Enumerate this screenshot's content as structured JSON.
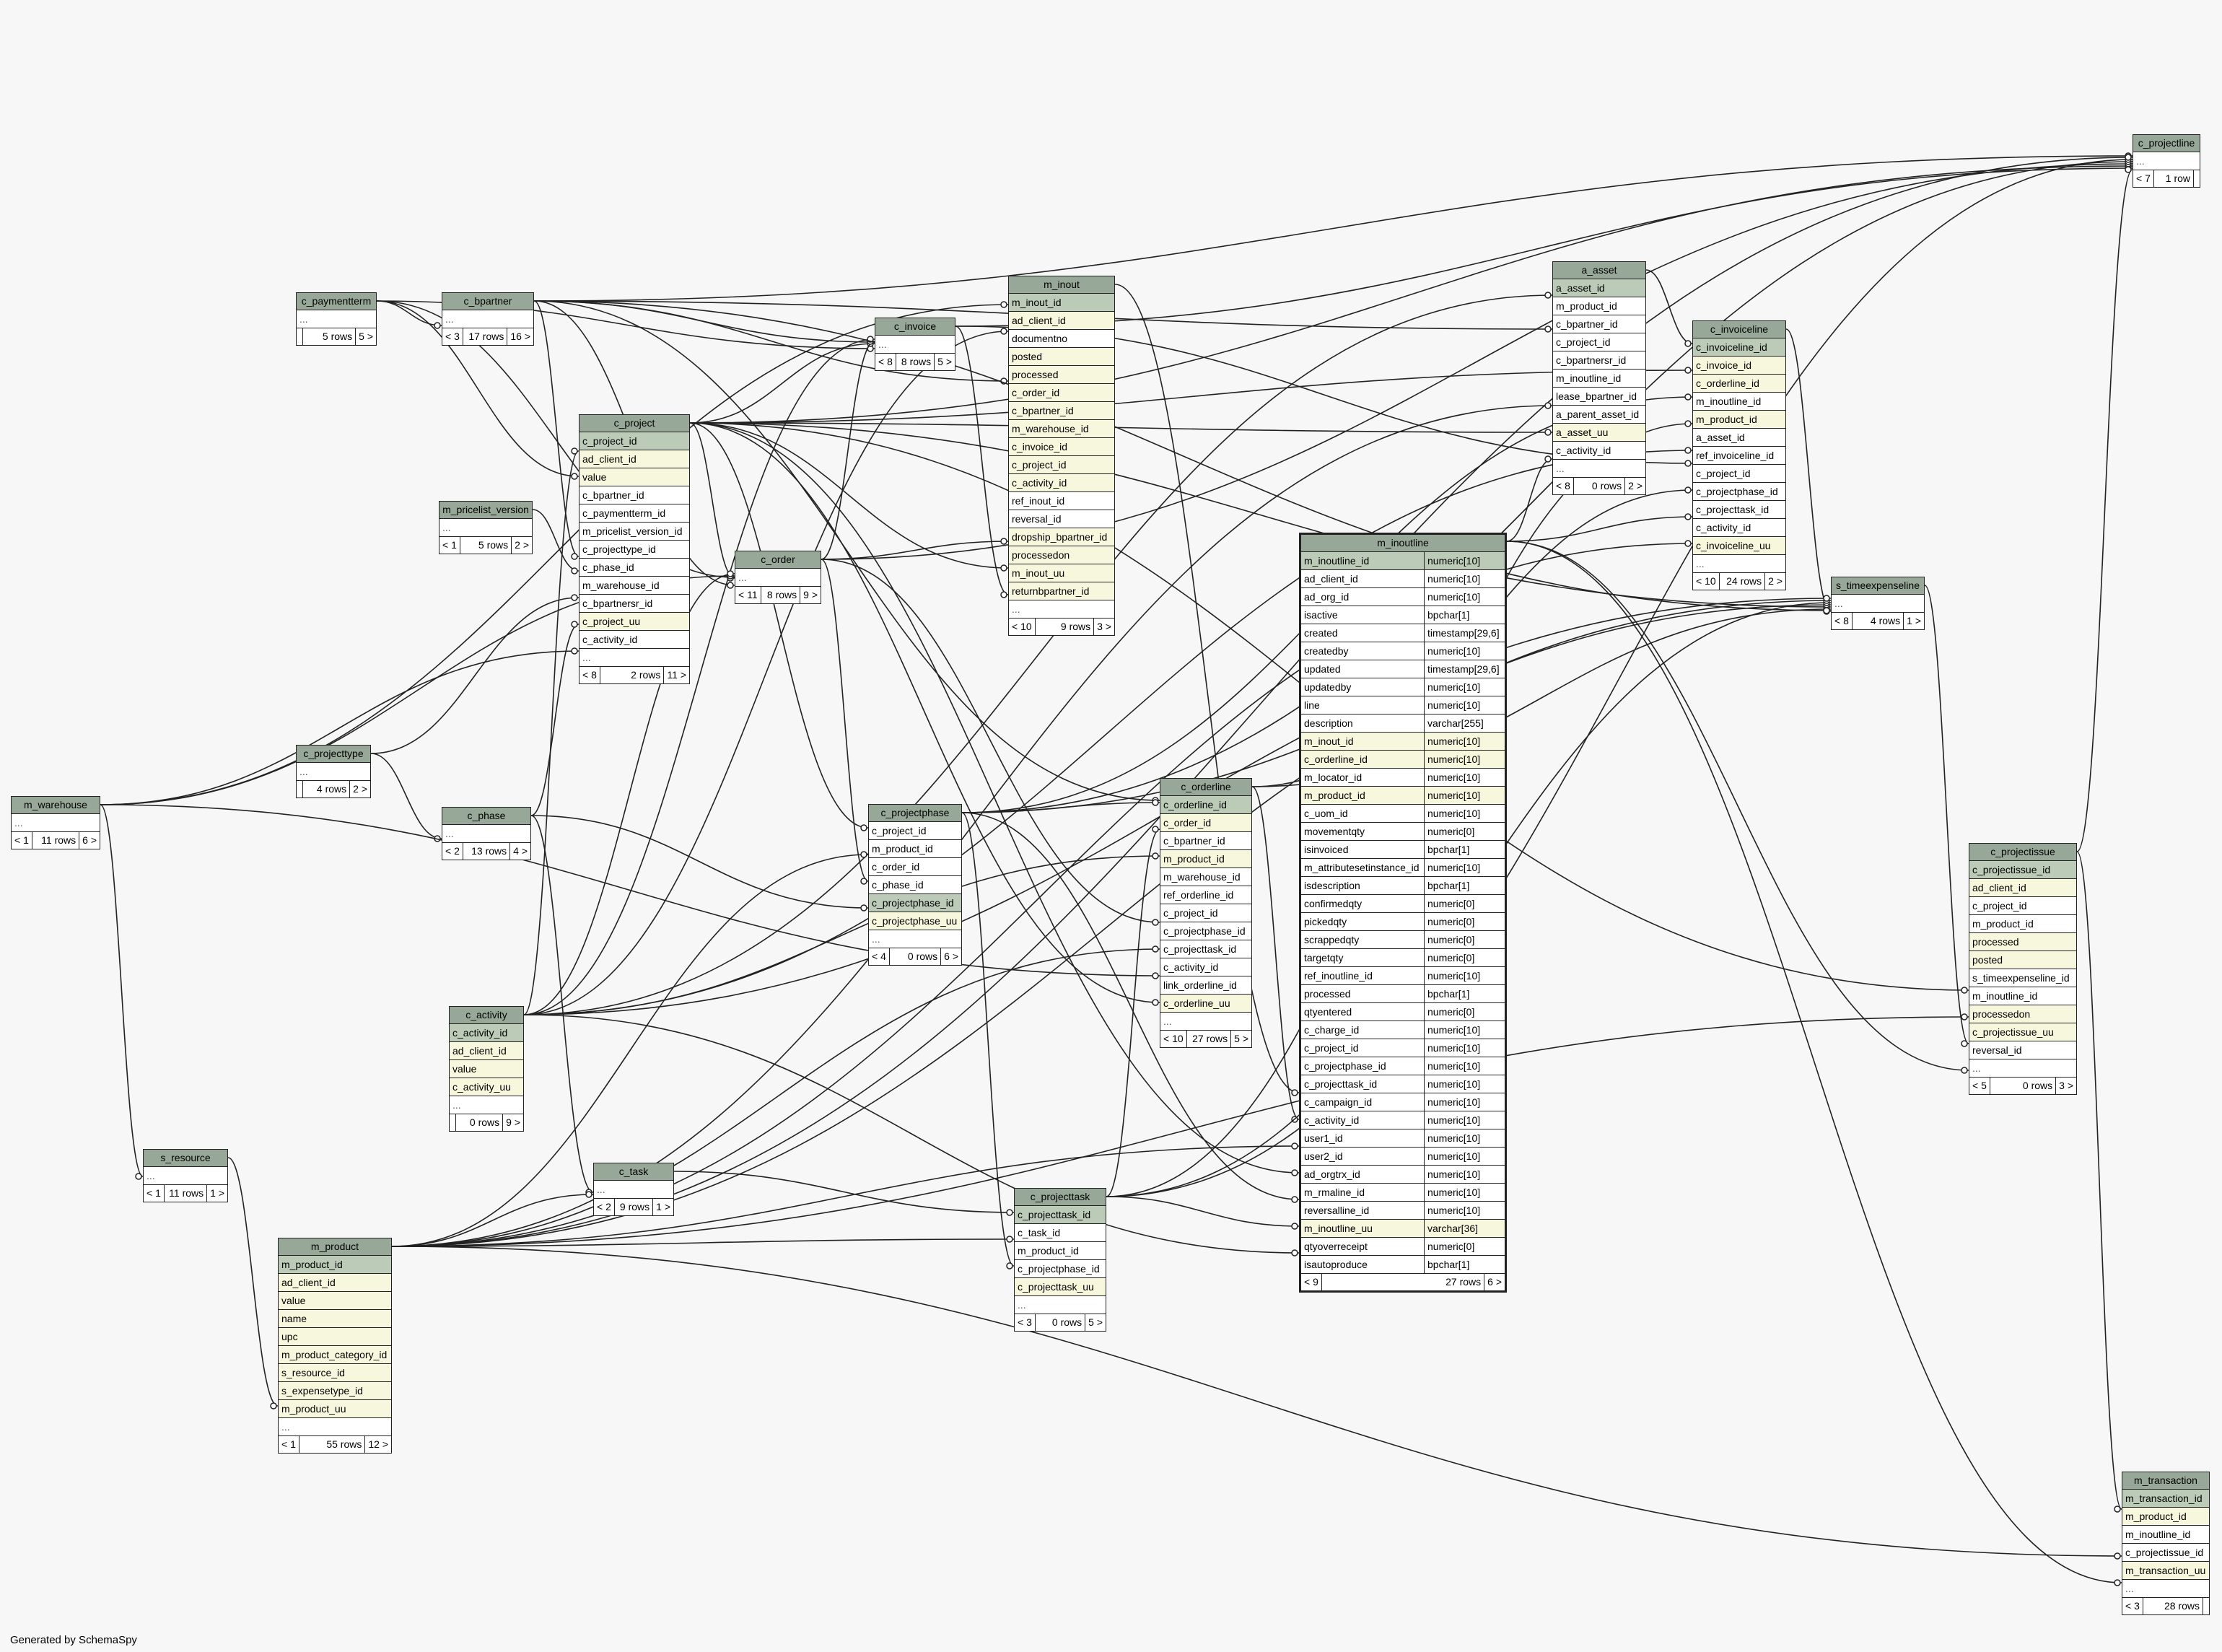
{
  "generator": "Generated by SchemaSpy",
  "tables": {
    "c_projectline": {
      "name": "c_projectline",
      "rows": [
        "..."
      ],
      "footer": [
        "< 7",
        "1 row",
        ""
      ]
    },
    "c_paymentterm": {
      "name": "c_paymentterm",
      "rows": [
        "..."
      ],
      "footer": [
        "",
        "5 rows",
        "5 >"
      ]
    },
    "c_bpartner": {
      "name": "c_bpartner",
      "rows": [
        "..."
      ],
      "footer": [
        "< 3",
        "17 rows",
        "16 >"
      ]
    },
    "c_invoice": {
      "name": "c_invoice",
      "rows": [
        "..."
      ],
      "footer": [
        "< 8",
        "8 rows",
        "5 >"
      ]
    },
    "m_inout": {
      "name": "m_inout",
      "rows": [
        "m_inout_id",
        "ad_client_id",
        "documentno",
        "posted",
        "processed",
        "c_order_id",
        "c_bpartner_id",
        "m_warehouse_id",
        "c_invoice_id",
        "c_project_id",
        "c_activity_id",
        "ref_inout_id",
        "reversal_id",
        "dropship_bpartner_id",
        "processedon",
        "m_inout_uu",
        "returnbpartner_id",
        "..."
      ],
      "footer": [
        "< 10",
        "9 rows",
        "3 >"
      ]
    },
    "a_asset": {
      "name": "a_asset",
      "rows": [
        "a_asset_id",
        "m_product_id",
        "c_bpartner_id",
        "c_project_id",
        "c_bpartnersr_id",
        "m_inoutline_id",
        "lease_bpartner_id",
        "a_parent_asset_id",
        "a_asset_uu",
        "c_activity_id",
        "..."
      ],
      "footer": [
        "< 8",
        "0 rows",
        "2 >"
      ]
    },
    "c_invoiceline": {
      "name": "c_invoiceline",
      "rows": [
        "c_invoiceline_id",
        "c_invoice_id",
        "c_orderline_id",
        "m_inoutline_id",
        "m_product_id",
        "a_asset_id",
        "ref_invoiceline_id",
        "c_project_id",
        "c_projectphase_id",
        "c_projecttask_id",
        "c_activity_id",
        "c_invoiceline_uu",
        "..."
      ],
      "footer": [
        "< 10",
        "24 rows",
        "2 >"
      ]
    },
    "c_project": {
      "name": "c_project",
      "rows": [
        "c_project_id",
        "ad_client_id",
        "value",
        "c_bpartner_id",
        "c_paymentterm_id",
        "m_pricelist_version_id",
        "c_projecttype_id",
        "c_phase_id",
        "m_warehouse_id",
        "c_bpartnersr_id",
        "c_project_uu",
        "c_activity_id",
        "..."
      ],
      "footer": [
        "< 8",
        "2 rows",
        "11 >"
      ]
    },
    "m_pricelist_version": {
      "name": "m_pricelist_version",
      "rows": [
        "..."
      ],
      "footer": [
        "< 1",
        "5 rows",
        "2 >"
      ]
    },
    "c_order": {
      "name": "c_order",
      "rows": [
        "..."
      ],
      "footer": [
        "< 11",
        "8 rows",
        "9 >"
      ]
    },
    "m_inoutline": {
      "name": "m_inoutline",
      "rows": [
        [
          "m_inoutline_id",
          "numeric[10]"
        ],
        [
          "ad_client_id",
          "numeric[10]"
        ],
        [
          "ad_org_id",
          "numeric[10]"
        ],
        [
          "isactive",
          "bpchar[1]"
        ],
        [
          "created",
          "timestamp[29,6]"
        ],
        [
          "createdby",
          "numeric[10]"
        ],
        [
          "updated",
          "timestamp[29,6]"
        ],
        [
          "updatedby",
          "numeric[10]"
        ],
        [
          "line",
          "numeric[10]"
        ],
        [
          "description",
          "varchar[255]"
        ],
        [
          "m_inout_id",
          "numeric[10]"
        ],
        [
          "c_orderline_id",
          "numeric[10]"
        ],
        [
          "m_locator_id",
          "numeric[10]"
        ],
        [
          "m_product_id",
          "numeric[10]"
        ],
        [
          "c_uom_id",
          "numeric[10]"
        ],
        [
          "movementqty",
          "numeric[0]"
        ],
        [
          "isinvoiced",
          "bpchar[1]"
        ],
        [
          "m_attributesetinstance_id",
          "numeric[10]"
        ],
        [
          "isdescription",
          "bpchar[1]"
        ],
        [
          "confirmedqty",
          "numeric[0]"
        ],
        [
          "pickedqty",
          "numeric[0]"
        ],
        [
          "scrappedqty",
          "numeric[0]"
        ],
        [
          "targetqty",
          "numeric[0]"
        ],
        [
          "ref_inoutline_id",
          "numeric[10]"
        ],
        [
          "processed",
          "bpchar[1]"
        ],
        [
          "qtyentered",
          "numeric[0]"
        ],
        [
          "c_charge_id",
          "numeric[10]"
        ],
        [
          "c_project_id",
          "numeric[10]"
        ],
        [
          "c_projectphase_id",
          "numeric[10]"
        ],
        [
          "c_projecttask_id",
          "numeric[10]"
        ],
        [
          "c_campaign_id",
          "numeric[10]"
        ],
        [
          "c_activity_id",
          "numeric[10]"
        ],
        [
          "user1_id",
          "numeric[10]"
        ],
        [
          "user2_id",
          "numeric[10]"
        ],
        [
          "ad_orgtrx_id",
          "numeric[10]"
        ],
        [
          "m_rmaline_id",
          "numeric[10]"
        ],
        [
          "reversalline_id",
          "numeric[10]"
        ],
        [
          "m_inoutline_uu",
          "varchar[36]"
        ],
        [
          "qtyoverreceipt",
          "numeric[0]"
        ],
        [
          "isautoproduce",
          "bpchar[1]"
        ]
      ],
      "footer": [
        "< 9",
        "27 rows",
        "6 >"
      ]
    },
    "s_timeexpenseline": {
      "name": "s_timeexpenseline",
      "rows": [
        "..."
      ],
      "footer": [
        "< 8",
        "4 rows",
        "1 >"
      ]
    },
    "c_projecttype": {
      "name": "c_projecttype",
      "rows": [
        "..."
      ],
      "footer": [
        "",
        "4 rows",
        "2 >"
      ]
    },
    "c_orderline": {
      "name": "c_orderline",
      "rows": [
        "c_orderline_id",
        "c_order_id",
        "c_bpartner_id",
        "m_product_id",
        "m_warehouse_id",
        "ref_orderline_id",
        "c_project_id",
        "c_projectphase_id",
        "c_projecttask_id",
        "c_activity_id",
        "link_orderline_id",
        "c_orderline_uu",
        "..."
      ],
      "footer": [
        "< 10",
        "27 rows",
        "5 >"
      ]
    },
    "c_projectphase": {
      "name": "c_projectphase",
      "rows": [
        "c_project_id",
        "m_product_id",
        "c_order_id",
        "c_phase_id",
        "c_projectphase_id",
        "c_projectphase_uu",
        "..."
      ],
      "footer": [
        "< 4",
        "0 rows",
        "6 >"
      ]
    },
    "m_warehouse": {
      "name": "m_warehouse",
      "rows": [
        "..."
      ],
      "footer": [
        "< 1",
        "11 rows",
        "6 >"
      ]
    },
    "c_phase": {
      "name": "c_phase",
      "rows": [
        "..."
      ],
      "footer": [
        "< 2",
        "13 rows",
        "4 >"
      ]
    },
    "c_projectissue": {
      "name": "c_projectissue",
      "rows": [
        "c_projectissue_id",
        "ad_client_id",
        "c_project_id",
        "m_product_id",
        "processed",
        "posted",
        "s_timeexpenseline_id",
        "m_inoutline_id",
        "processedon",
        "c_projectissue_uu",
        "reversal_id",
        "..."
      ],
      "footer": [
        "< 5",
        "0 rows",
        "3 >"
      ]
    },
    "c_activity": {
      "name": "c_activity",
      "rows": [
        "c_activity_id",
        "ad_client_id",
        "value",
        "c_activity_uu",
        "..."
      ],
      "footer": [
        "",
        "0 rows",
        "9 >"
      ]
    },
    "s_resource": {
      "name": "s_resource",
      "rows": [
        "..."
      ],
      "footer": [
        "< 1",
        "11 rows",
        "1 >"
      ]
    },
    "c_task": {
      "name": "c_task",
      "rows": [
        "..."
      ],
      "footer": [
        "< 2",
        "9 rows",
        "1 >"
      ]
    },
    "c_projecttask": {
      "name": "c_projecttask",
      "rows": [
        "c_projecttask_id",
        "c_task_id",
        "m_product_id",
        "c_projectphase_id",
        "c_projecttask_uu",
        "..."
      ],
      "footer": [
        "< 3",
        "0 rows",
        "5 >"
      ]
    },
    "m_product": {
      "name": "m_product",
      "rows": [
        "m_product_id",
        "ad_client_id",
        "value",
        "name",
        "upc",
        "m_product_category_id",
        "s_resource_id",
        "s_expensetype_id",
        "m_product_uu",
        "..."
      ],
      "footer": [
        "< 1",
        "55 rows",
        "12 >"
      ]
    },
    "m_transaction": {
      "name": "m_transaction",
      "rows": [
        "m_transaction_id",
        "m_product_id",
        "m_inoutline_id",
        "c_projectissue_id",
        "m_transaction_uu",
        "..."
      ],
      "footer": [
        "< 3",
        "28 rows",
        ""
      ]
    }
  },
  "relationships": [
    [
      "c_projectline",
      "c_bpartner"
    ],
    [
      "c_projectline",
      "c_invoice"
    ],
    [
      "c_projectline",
      "c_project"
    ],
    [
      "c_projectline",
      "c_order"
    ],
    [
      "c_projectline",
      "c_projectphase"
    ],
    [
      "c_projectline",
      "c_projecttask"
    ],
    [
      "c_projectline",
      "m_product"
    ],
    [
      "c_projectline",
      "c_projectissue"
    ],
    [
      "c_bpartner",
      "c_paymentterm"
    ],
    [
      "c_invoice",
      "c_paymentterm"
    ],
    [
      "c_project",
      "c_paymentterm"
    ],
    [
      "c_order",
      "c_paymentterm"
    ],
    [
      "c_invoice",
      "c_bpartner"
    ],
    [
      "c_project",
      "c_bpartner"
    ],
    [
      "c_order",
      "c_bpartner"
    ],
    [
      "m_inout",
      "c_bpartner"
    ],
    [
      "a_asset",
      "c_bpartner"
    ],
    [
      "c_orderline",
      "c_bpartner"
    ],
    [
      "c_invoice",
      "c_project"
    ],
    [
      "c_invoice",
      "c_order"
    ],
    [
      "c_invoice",
      "c_activity"
    ],
    [
      "m_inout",
      "c_order"
    ],
    [
      "m_inout",
      "c_project"
    ],
    [
      "m_inout",
      "c_invoice"
    ],
    [
      "m_inout",
      "m_warehouse"
    ],
    [
      "m_inout",
      "c_activity"
    ],
    [
      "a_asset",
      "m_product"
    ],
    [
      "a_asset",
      "c_project"
    ],
    [
      "a_asset",
      "m_inoutline"
    ],
    [
      "a_asset",
      "c_activity"
    ],
    [
      "c_invoiceline",
      "c_invoice"
    ],
    [
      "c_invoiceline",
      "c_orderline"
    ],
    [
      "c_invoiceline",
      "m_inoutline"
    ],
    [
      "c_invoiceline",
      "m_product"
    ],
    [
      "c_invoiceline",
      "a_asset"
    ],
    [
      "c_invoiceline",
      "c_project"
    ],
    [
      "c_invoiceline",
      "c_projectphase"
    ],
    [
      "c_invoiceline",
      "c_projecttask"
    ],
    [
      "c_invoiceline",
      "c_activity"
    ],
    [
      "c_project",
      "m_pricelist_version"
    ],
    [
      "c_project",
      "c_projecttype"
    ],
    [
      "c_project",
      "c_phase"
    ],
    [
      "c_project",
      "m_warehouse"
    ],
    [
      "c_project",
      "c_activity"
    ],
    [
      "c_order",
      "c_project"
    ],
    [
      "c_order",
      "m_warehouse"
    ],
    [
      "c_order",
      "c_activity"
    ],
    [
      "m_inoutline",
      "m_inout"
    ],
    [
      "m_inoutline",
      "c_orderline"
    ],
    [
      "m_inoutline",
      "m_product"
    ],
    [
      "m_inoutline",
      "c_project"
    ],
    [
      "m_inoutline",
      "c_projectphase"
    ],
    [
      "m_inoutline",
      "c_projecttask"
    ],
    [
      "m_inoutline",
      "c_activity"
    ],
    [
      "s_timeexpenseline",
      "c_invoiceline"
    ],
    [
      "s_timeexpenseline",
      "c_orderline"
    ],
    [
      "s_timeexpenseline",
      "c_project"
    ],
    [
      "s_timeexpenseline",
      "c_projectphase"
    ],
    [
      "s_timeexpenseline",
      "c_projecttask"
    ],
    [
      "s_timeexpenseline",
      "m_product"
    ],
    [
      "s_timeexpenseline",
      "c_activity"
    ],
    [
      "s_timeexpenseline",
      "c_bpartner"
    ],
    [
      "c_phase",
      "c_projecttype"
    ],
    [
      "c_task",
      "c_phase"
    ],
    [
      "c_orderline",
      "c_order"
    ],
    [
      "c_orderline",
      "m_product"
    ],
    [
      "c_orderline",
      "m_warehouse"
    ],
    [
      "c_orderline",
      "c_project"
    ],
    [
      "c_orderline",
      "c_projectphase"
    ],
    [
      "c_orderline",
      "c_projecttask"
    ],
    [
      "c_orderline",
      "c_activity"
    ],
    [
      "c_projectphase",
      "c_project"
    ],
    [
      "c_projectphase",
      "m_product"
    ],
    [
      "c_projectphase",
      "c_order"
    ],
    [
      "c_projectphase",
      "c_phase"
    ],
    [
      "c_projectissue",
      "c_project"
    ],
    [
      "c_projectissue",
      "m_product"
    ],
    [
      "c_projectissue",
      "s_timeexpenseline"
    ],
    [
      "c_projectissue",
      "m_inoutline"
    ],
    [
      "c_projecttask",
      "c_task"
    ],
    [
      "c_projecttask",
      "m_product"
    ],
    [
      "c_projecttask",
      "c_projectphase"
    ],
    [
      "c_task",
      "m_product"
    ],
    [
      "m_product",
      "s_resource"
    ],
    [
      "s_resource",
      "m_warehouse"
    ],
    [
      "m_transaction",
      "m_product"
    ],
    [
      "m_transaction",
      "m_inoutline"
    ],
    [
      "m_transaction",
      "c_projectissue"
    ]
  ]
}
